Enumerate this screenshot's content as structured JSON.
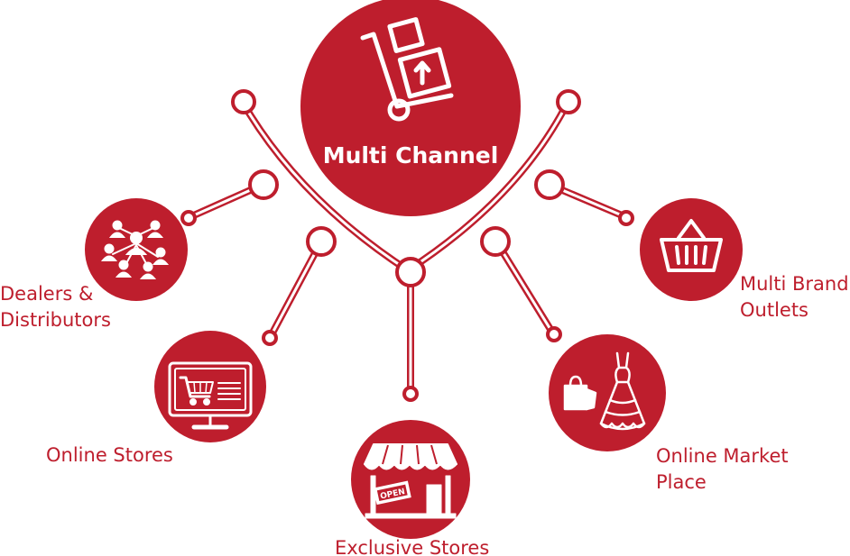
{
  "hub": {
    "label": "Multi Channel",
    "icon": "hand-truck-boxes-icon"
  },
  "channels": [
    {
      "key": "dealers",
      "lines": [
        "Dealers &",
        "Distributors"
      ],
      "icon": "people-network-icon"
    },
    {
      "key": "online-stores",
      "lines": [
        "Online Stores"
      ],
      "icon": "monitor-shopping-cart-icon"
    },
    {
      "key": "exclusive-stores",
      "lines": [
        "Exclusive Stores"
      ],
      "icon": "storefront-open-sign-icon"
    },
    {
      "key": "online-market-place",
      "lines": [
        "Online Market",
        "Place"
      ],
      "icon": "dress-shopping-bag-icon"
    },
    {
      "key": "multi-brand-outlets",
      "lines": [
        "Multi Brand",
        "Outlets"
      ],
      "icon": "shopping-basket-icon"
    }
  ],
  "colors": {
    "accent": "#be1e2d",
    "background": "#ffffff",
    "icon_fill": "#ffffff"
  }
}
